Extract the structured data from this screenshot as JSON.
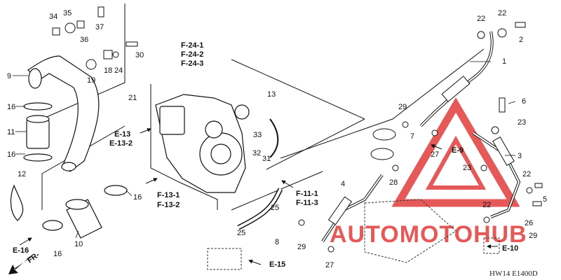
{
  "diagram": {
    "diagram_code": "HW14 E1400D",
    "direction_arrow": "FR-",
    "refs": {
      "f24_1": "F-24-1",
      "f24_2": "F-24-2",
      "f24_3": "F-24-3",
      "e13": "E-13",
      "e13_2": "E-13-2",
      "f13_1": "F-13-1",
      "f13_2": "F-13-2",
      "f11_1": "F-11-1",
      "f11_3": "F-11-3",
      "e9": "E-9",
      "e15": "E-15",
      "e16": "E-16",
      "e10": "E-10"
    },
    "parts": {
      "p34": "34",
      "p35": "35",
      "p36": "36",
      "p37": "37",
      "p9": "9",
      "p18": "18",
      "p19": "19",
      "p24": "24",
      "p30": "30",
      "p16a": "16",
      "p11": "11",
      "p16b": "16",
      "p12": "12",
      "p21": "21",
      "p13": "13",
      "p33": "33",
      "p32": "32",
      "p31": "31",
      "p16c": "16",
      "p10": "10",
      "p16d": "16",
      "p25a": "25",
      "p25b": "25",
      "p8": "8",
      "p29a": "29",
      "p4": "4",
      "p27a": "27",
      "p22a": "22",
      "p22b": "22",
      "p2": "2",
      "p1": "1",
      "p29b": "29",
      "p7": "7",
      "p27b": "27",
      "p6": "6",
      "p23a": "23",
      "p23b": "23",
      "p3": "3",
      "p28": "28",
      "p22c": "22",
      "p22d": "22",
      "p5": "5",
      "p26": "26",
      "p29c": "29"
    },
    "watermark": {
      "text": "AUTOMOTOHUB",
      "color": "#e03030"
    }
  }
}
